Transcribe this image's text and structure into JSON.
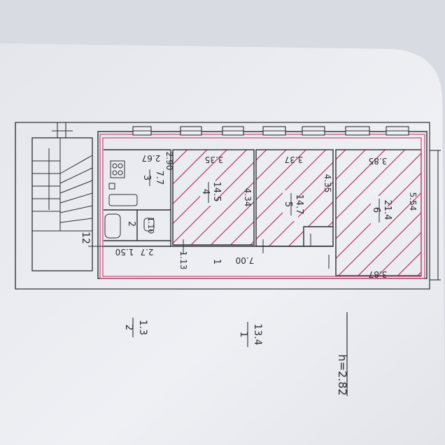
{
  "plan": {
    "stair_number": "12",
    "rooms": [
      {
        "id": "1",
        "number": "1",
        "area": "",
        "dims": [
          "7.00",
          "1.13"
        ],
        "hatched": false
      },
      {
        "id": "2",
        "number": "2",
        "area": "1.10",
        "dims": [
          "1.50",
          "2.7"
        ],
        "hatched": false
      },
      {
        "id": "3",
        "number": "3",
        "area": "7.7",
        "dims": [
          "2.67",
          "2.90"
        ],
        "hatched": false
      },
      {
        "id": "4",
        "number": "4",
        "area": "14.5",
        "dims": [
          "3.35",
          "4.34"
        ],
        "hatched": true
      },
      {
        "id": "5",
        "number": "5",
        "area": "14.7",
        "dims": [
          "3.37",
          "4.35"
        ],
        "hatched": true
      },
      {
        "id": "6",
        "number": "6",
        "area": "21.4",
        "dims": [
          "3.85",
          "5.54",
          "3.87"
        ],
        "hatched": true
      }
    ],
    "summary": [
      {
        "number": "2",
        "area": "1.3"
      },
      {
        "number": "1",
        "area": "13.4"
      }
    ],
    "ceiling_height": "h=2.82"
  },
  "colors": {
    "paper": "#eceef3",
    "ink": "#2b2d33",
    "hatch": "#b2204e",
    "outline": "#d0527c"
  }
}
